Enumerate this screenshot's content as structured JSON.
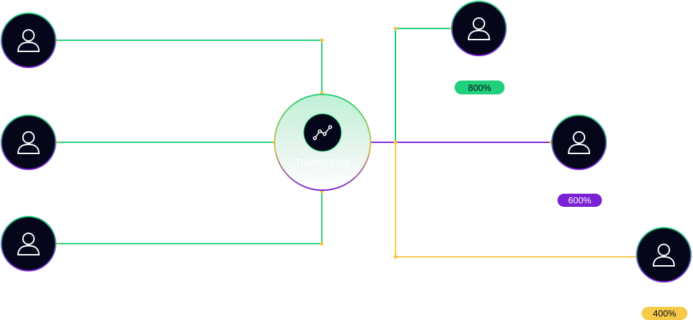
{
  "colors": {
    "green": "#21d07a",
    "purple": "#7b22d4",
    "yellow": "#f7c948",
    "dot": "#f5c542",
    "node_fill": "#05061a",
    "icon_stroke": "#ffffff"
  },
  "pool": {
    "label": "Trading Pool",
    "icon": "chart-line-icon"
  },
  "inputs": [
    {
      "icon": "user-icon"
    },
    {
      "icon": "user-icon"
    },
    {
      "icon": "user-icon"
    }
  ],
  "outputs": [
    {
      "icon": "user-icon",
      "return_label": "800%",
      "color": "green"
    },
    {
      "icon": "user-icon",
      "return_label": "600%",
      "color": "purple"
    },
    {
      "icon": "user-icon",
      "return_label": "400%",
      "color": "yellow"
    }
  ]
}
